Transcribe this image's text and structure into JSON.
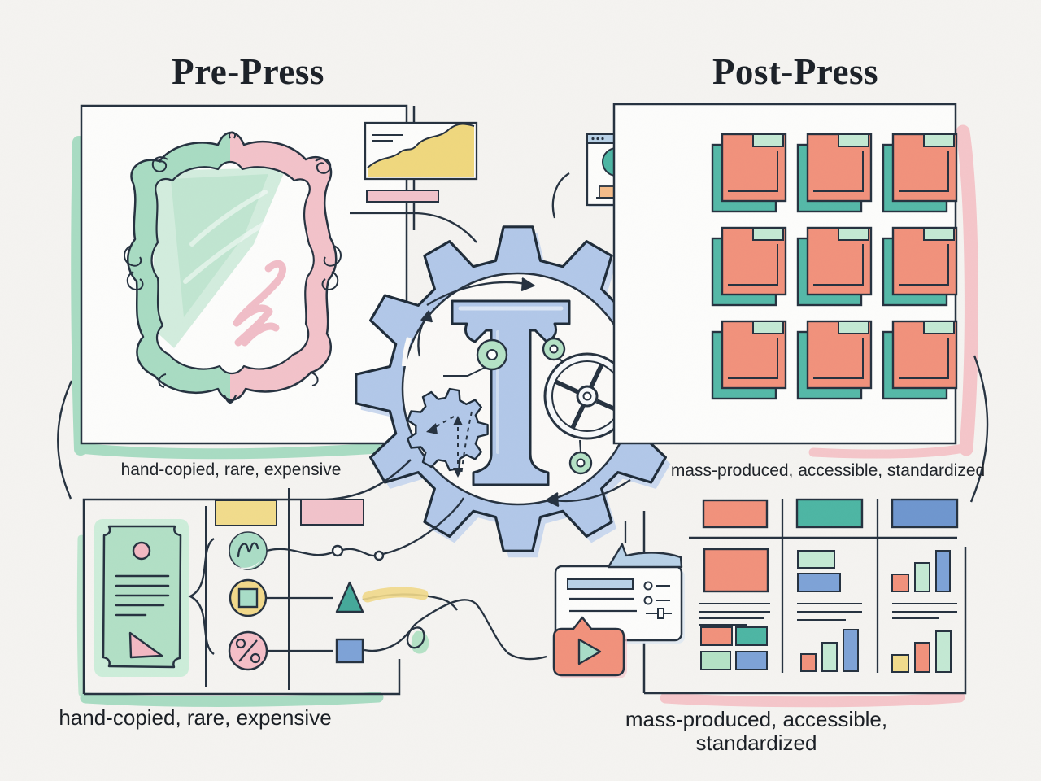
{
  "titles": {
    "left": "Pre-Press",
    "right": "Post-Press"
  },
  "captions": {
    "left_mid": "hand-copied, rare, expensive",
    "right_mid": "mass-produced, accessible, standardized",
    "left_bottom": "hand-copied, rare, expensive",
    "right_bottom": "mass-produced, accessible, standardized"
  },
  "palette": {
    "background": "#f5f4f1",
    "ink": "#263240",
    "gear_blue": "#b2c8e9",
    "gear_shadow": "#cbd9ef",
    "coral": "#f2927c",
    "teal": "#4db6a4",
    "mint": "#b5e2c6",
    "mint_light": "#c4e9d4",
    "yellow": "#f2d98a",
    "pink": "#f3c3ca",
    "blue": "#7ea3d7",
    "sky": "#b9d2e8",
    "green_brush": "#a9dcc3",
    "pink_brush": "#f5c6ca"
  },
  "icons": {
    "gear-icon": "cog silhouette",
    "letter-t-glyph": "serif capital T",
    "press-wheel-icon": "spoked press wheel",
    "pulley-icon": "small circle roller",
    "ornate-frame": "rococo manuscript frame",
    "manuscript-card-icon": "illuminated page card",
    "ornament-squiggle-icon": "calligraphic squiggle in circle",
    "initial-letter-icon": "square in circle",
    "percent-icon": "% in circle",
    "triangle-icon": "filled triangle",
    "square-icon": "filled square",
    "area-chart-icon": "rising area chart",
    "analytics-window-icon": "browser window with pie and bars",
    "pie-chart-icon": "pie chart",
    "bar-chart-icon": "bar chart",
    "book-icon": "stacked printed book",
    "chat-bubble-icon": "speech bubble with controls",
    "radio-icon": "hollow circle with line",
    "slider-icon": "slider track with knob",
    "video-player-icon": "rounded player card",
    "play-icon": "play triangle"
  }
}
